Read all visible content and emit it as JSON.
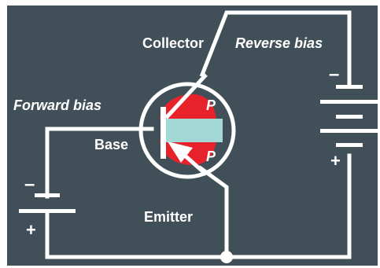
{
  "diagram": {
    "labels": {
      "collector": "Collector",
      "reverse_bias": "Reverse bias",
      "forward_bias": "Forward bias",
      "base": "Base",
      "emitter": "Emitter",
      "p_top": "P",
      "p_bottom": "P",
      "left_battery_minus": "–",
      "left_battery_plus": "+",
      "right_battery_minus": "–",
      "right_battery_plus": "+"
    },
    "colors": {
      "background": "#415058",
      "wire": "#ffffff",
      "p_region": "#e8222b",
      "n_region": "#a3d9d4"
    }
  }
}
